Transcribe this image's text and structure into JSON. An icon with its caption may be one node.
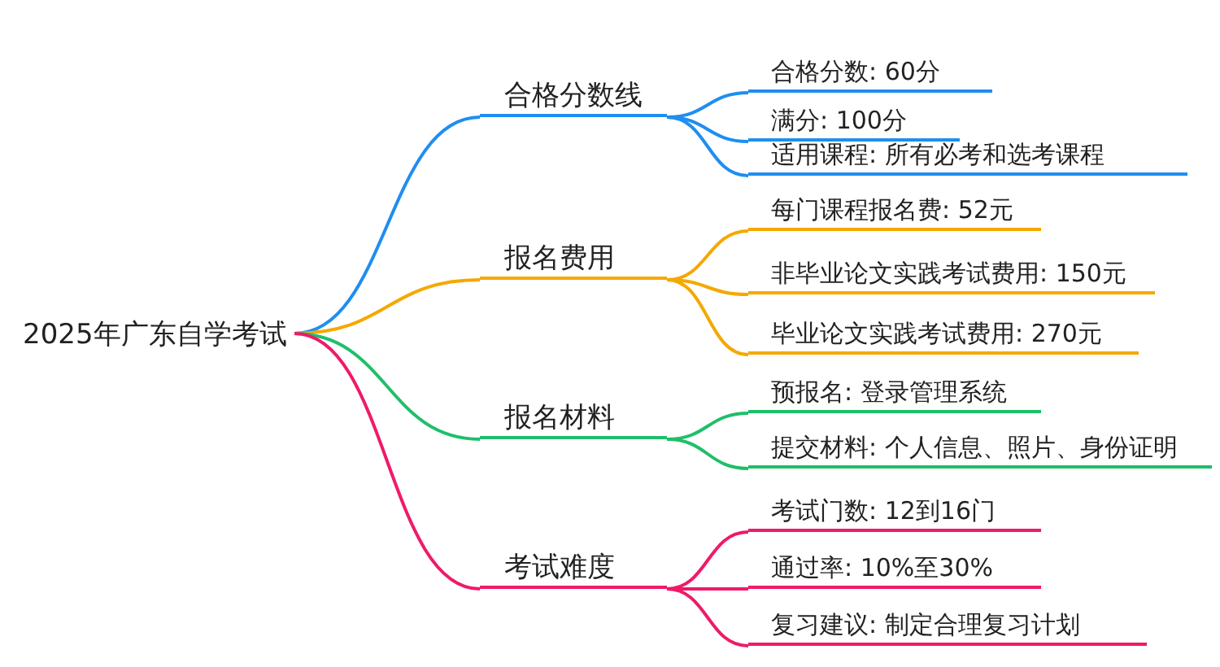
{
  "diagram": {
    "nodes": [
      {
        "text": [
          "2025年广东自学考试"
        ]
      },
      {
        "text": [
          "合格分数线"
        ]
      },
      {
        "text": [
          "合格分数: 60分"
        ]
      },
      {
        "text": [
          "满分: 100分"
        ]
      },
      {
        "text": [
          "适用课程: 所有必考和选考课程"
        ]
      },
      {
        "text": [
          "报名费用"
        ]
      },
      {
        "text": [
          "每门课程报名费: 52元"
        ]
      },
      {
        "text": [
          "非毕业论文实践考试费用: 150元"
        ]
      },
      {
        "text": [
          "毕业论文实践考试费用: 270元"
        ]
      },
      {
        "text": [
          "报名材料"
        ]
      },
      {
        "text": [
          "预报名: 登录管理系统"
        ]
      },
      {
        "text": [
          "提交材料: 个人信息、照片、身份证明"
        ]
      },
      {
        "text": [
          "考试难度"
        ]
      },
      {
        "text": [
          "考试门数: 12到16门"
        ]
      },
      {
        "text": [
          "通过率: 10%至30%"
        ]
      },
      {
        "text": [
          "复习建议: 制定合理复习计划"
        ]
      }
    ],
    "edges": [
      {
        "from": 0,
        "to": 1,
        "arrow": "none",
        "color": "#1f8ef0"
      },
      {
        "from": 1,
        "to": 2,
        "arrow": "none",
        "color": "#1f8ef0"
      },
      {
        "from": 1,
        "to": 3,
        "arrow": "none",
        "color": "#1f8ef0"
      },
      {
        "from": 1,
        "to": 4,
        "arrow": "none",
        "color": "#1f8ef0"
      },
      {
        "from": 0,
        "to": 5,
        "arrow": "none",
        "color": "#f5a800"
      },
      {
        "from": 5,
        "to": 6,
        "arrow": "none",
        "color": "#f5a800"
      },
      {
        "from": 5,
        "to": 7,
        "arrow": "none",
        "color": "#f5a800"
      },
      {
        "from": 5,
        "to": 8,
        "arrow": "none",
        "color": "#f5a800"
      },
      {
        "from": 0,
        "to": 9,
        "arrow": "none",
        "color": "#1fbf6a"
      },
      {
        "from": 9,
        "to": 10,
        "arrow": "none",
        "color": "#1fbf6a"
      },
      {
        "from": 9,
        "to": 11,
        "arrow": "none",
        "color": "#1fbf6a"
      },
      {
        "from": 0,
        "to": 12,
        "arrow": "none",
        "color": "#ef1a6a"
      },
      {
        "from": 12,
        "to": 13,
        "arrow": "none",
        "color": "#ef1a6a"
      },
      {
        "from": 12,
        "to": 14,
        "arrow": "none",
        "color": "#ef1a6a"
      },
      {
        "from": 12,
        "to": 15,
        "arrow": "none",
        "color": "#ef1a6a"
      }
    ]
  }
}
